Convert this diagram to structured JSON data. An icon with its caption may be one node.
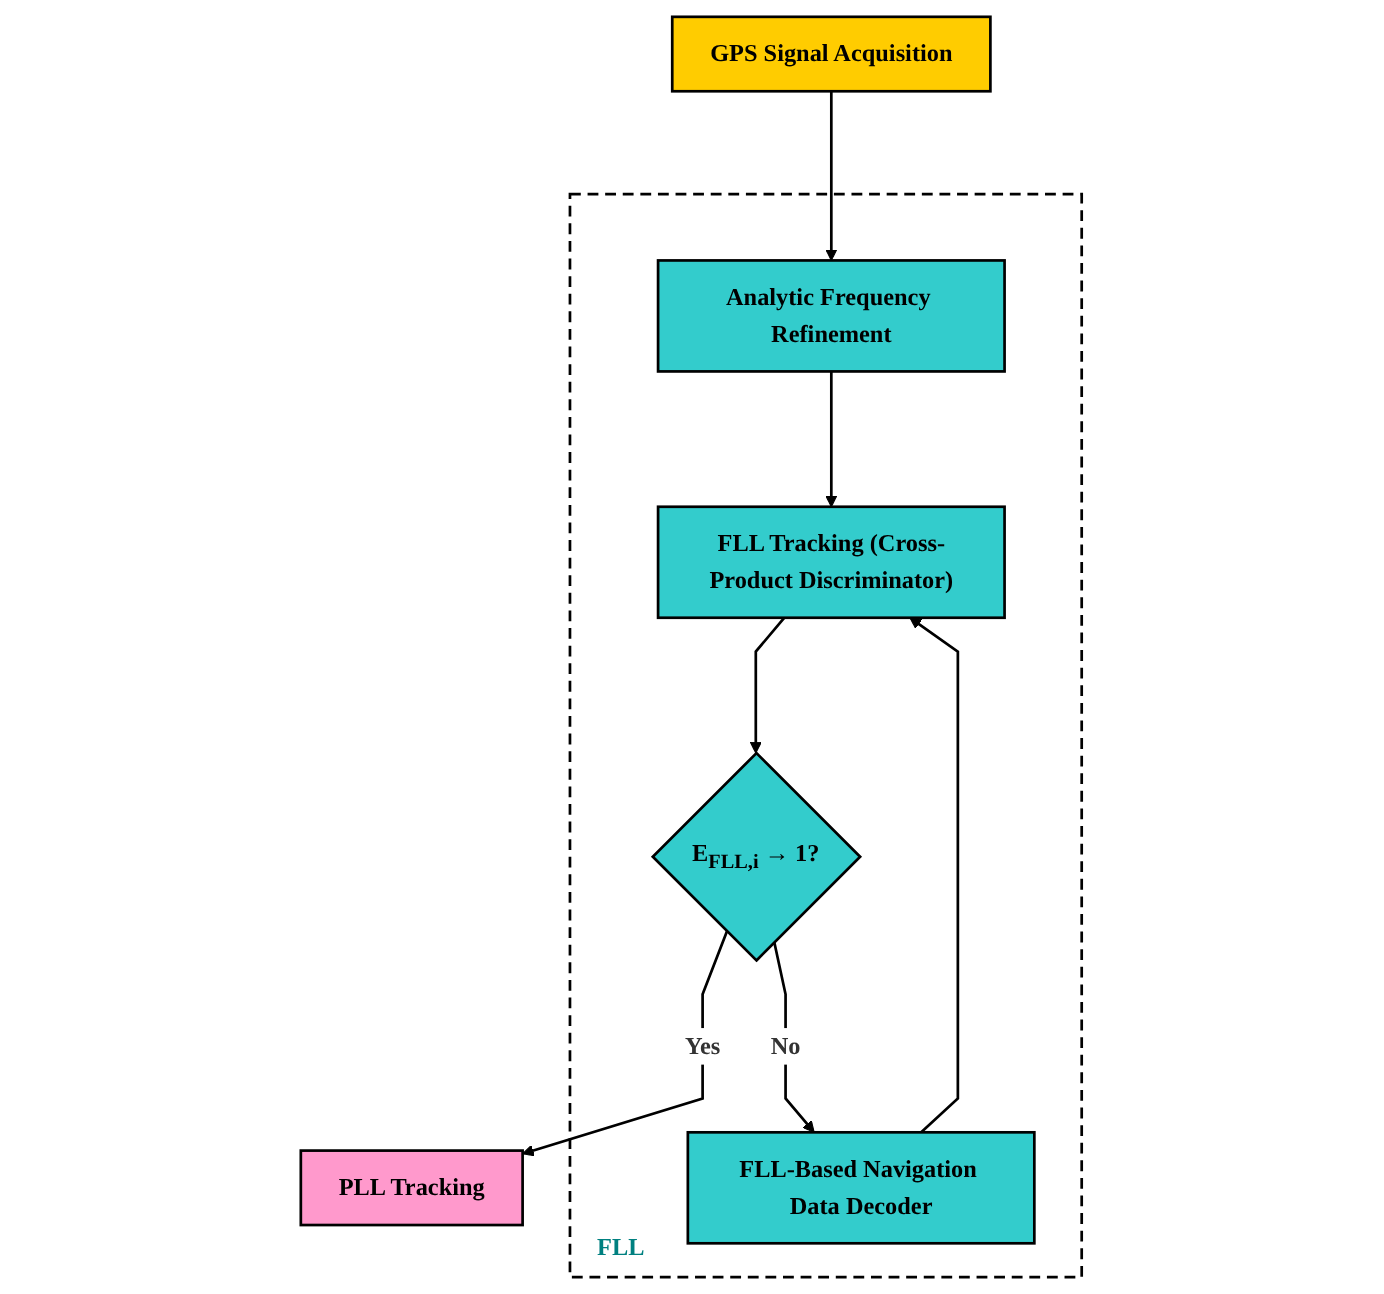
{
  "diagram": {
    "nodes": [
      {
        "text": [
          "GPS Signal Acquisition"
        ]
      },
      {
        "text": [
          "FLL"
        ]
      },
      {
        "text": [
          "Analytic Frequency Refinement"
        ],
        "in": 1
      },
      {
        "text": [
          "FLL Tracking (Cross-Product Discriminator)"
        ],
        "in": 1
      },
      {
        "text": [
          "E$_{FLL,i}$ → 1?"
        ],
        "in": 1
      },
      {
        "text": [
          "FLL-Based Navigation Data Decoder"
        ],
        "in": 1
      },
      {
        "text": [
          "PLL Tracking"
        ]
      }
    ],
    "edges": [
      {
        "from": 0,
        "to": 2,
        "arrow": "to"
      },
      {
        "from": 2,
        "to": 3,
        "arrow": "to"
      },
      {
        "from": 3,
        "to": 4,
        "arrow": "to"
      },
      {
        "from": 4,
        "to": 6,
        "label": "Yes",
        "arrow": "to"
      },
      {
        "from": 4,
        "to": 5,
        "label": "No",
        "arrow": "to"
      },
      {
        "from": 5,
        "to": 3,
        "arrow": "to"
      }
    ]
  }
}
